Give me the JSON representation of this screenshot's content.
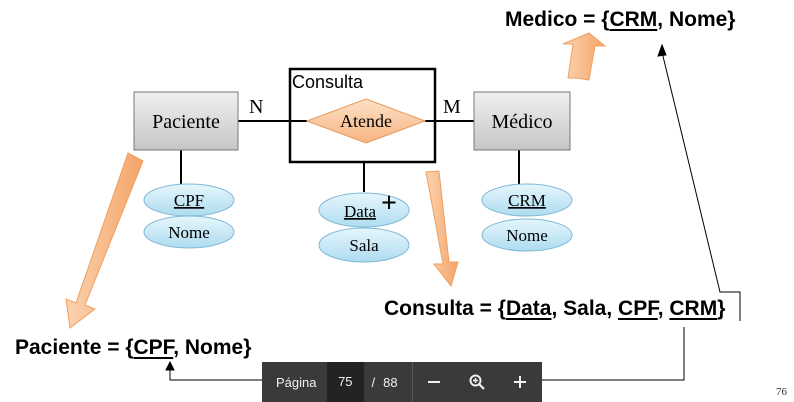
{
  "diagram": {
    "entities": {
      "paciente": "Paciente",
      "medico": "Médico"
    },
    "aggregation_label": "Consulta",
    "relationship": "Atende",
    "cardinality_left": "N",
    "cardinality_right": "M",
    "attributes": {
      "paciente_key": "CPF",
      "paciente_name": "Nome",
      "consulta_key": "Data",
      "consulta_multivalue_mark": "+",
      "consulta_room": "Sala",
      "medico_key": "CRM",
      "medico_name": "Nome"
    }
  },
  "schemas": {
    "medico": {
      "name": "Medico",
      "eq": " = {",
      "k1": "CRM",
      "sep": ", ",
      "rest": "Nome}"
    },
    "consulta": {
      "name": "Consulta",
      "eq": " = {",
      "k1": "Data",
      "sep1": ", Sala, ",
      "k2": "CPF",
      "sep2": ", ",
      "k3": "CRM",
      "close": "}"
    },
    "paciente": {
      "name": "Paciente",
      "eq": " = {",
      "k1": "CPF",
      "rest": ", Nome}"
    }
  },
  "toolbar": {
    "page_label": "Página",
    "current_page": "75",
    "separator": "/",
    "total_pages": "88",
    "zoom_out_icon": "minus-icon",
    "zoom_icon": "magnifier-icon",
    "zoom_in_icon": "plus-icon"
  },
  "slide_number": "76",
  "colors": {
    "entity_fill": "#d9d9d9",
    "relationship_fill": "#fbc8a0",
    "attribute_fill": "#c5e8f5",
    "arrow_fill": "#f7b583",
    "toolbar_bg": "#3a3a3a"
  }
}
